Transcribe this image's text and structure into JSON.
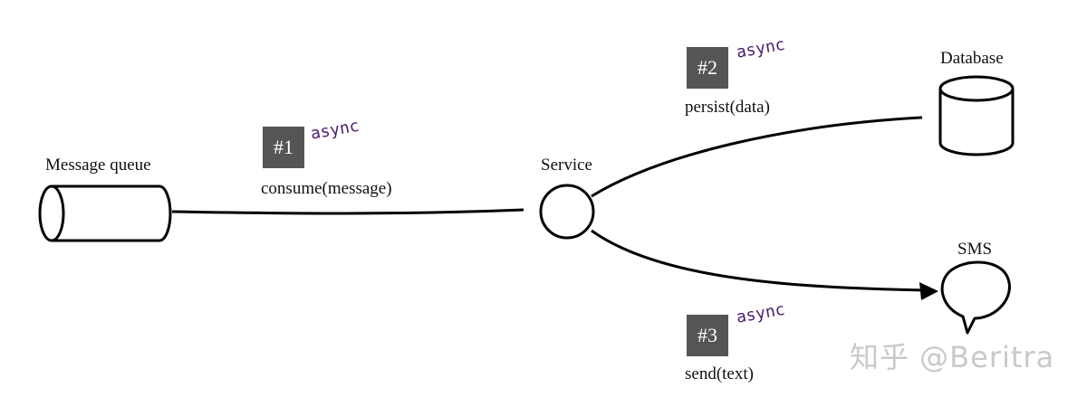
{
  "nodes": {
    "message_queue": "Message queue",
    "service": "Service",
    "database": "Database",
    "sms": "SMS"
  },
  "edges": [
    {
      "step": "#1",
      "mode": "async",
      "call": "consume(message)"
    },
    {
      "step": "#2",
      "mode": "async",
      "call": "persist(data)"
    },
    {
      "step": "#3",
      "mode": "async",
      "call": "send(text)"
    }
  ],
  "watermark": "知乎 @Beritra",
  "colors": {
    "badge": "#555555",
    "async_text": "#4b1f6e",
    "stroke": "#000000"
  }
}
